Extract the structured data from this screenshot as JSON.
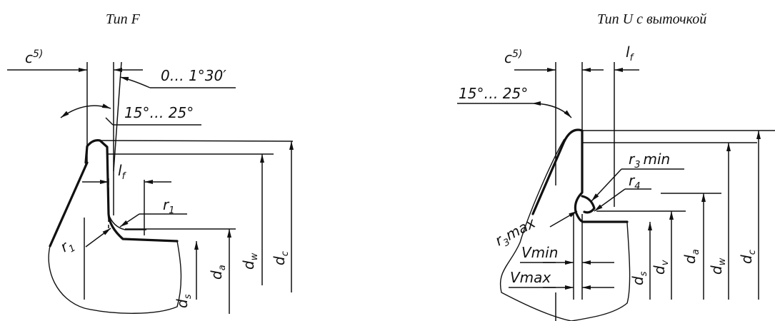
{
  "figures": [
    {
      "title": "Тип F",
      "labels": {
        "c": "c",
        "c_footnote": "5)",
        "angle_small": "0… 1°30′",
        "angle_chamfer": "15°… 25°",
        "lf": "l",
        "lf_sub": "f",
        "r1_upper": "r",
        "r1_upper_sub": "1",
        "r1_lower": "r",
        "r1_lower_sub": "1",
        "ds": "d",
        "ds_sub": "s",
        "da": "d",
        "da_sub": "a",
        "dw": "d",
        "dw_sub": "w",
        "dc": "d",
        "dc_sub": "c"
      }
    },
    {
      "title": "Тип U с выточкой",
      "labels": {
        "c": "c",
        "c_footnote": "5)",
        "lf": "l",
        "lf_sub": "f",
        "angle_chamfer": "15°… 25°",
        "r3min": "r",
        "r3min_sub": "3",
        "r3min_suffix": "min",
        "r4": "r",
        "r4_sub": "4",
        "r3max": "r",
        "r3max_sub": "3",
        "r3max_suffix": "max",
        "vmin": "Vmin",
        "vmax": "Vmax",
        "ds": "d",
        "ds_sub": "s",
        "dv": "d",
        "dv_sub": "v",
        "da": "d",
        "da_sub": "a",
        "dw": "d",
        "dw_sub": "w",
        "dc": "d",
        "dc_sub": "c"
      }
    }
  ]
}
